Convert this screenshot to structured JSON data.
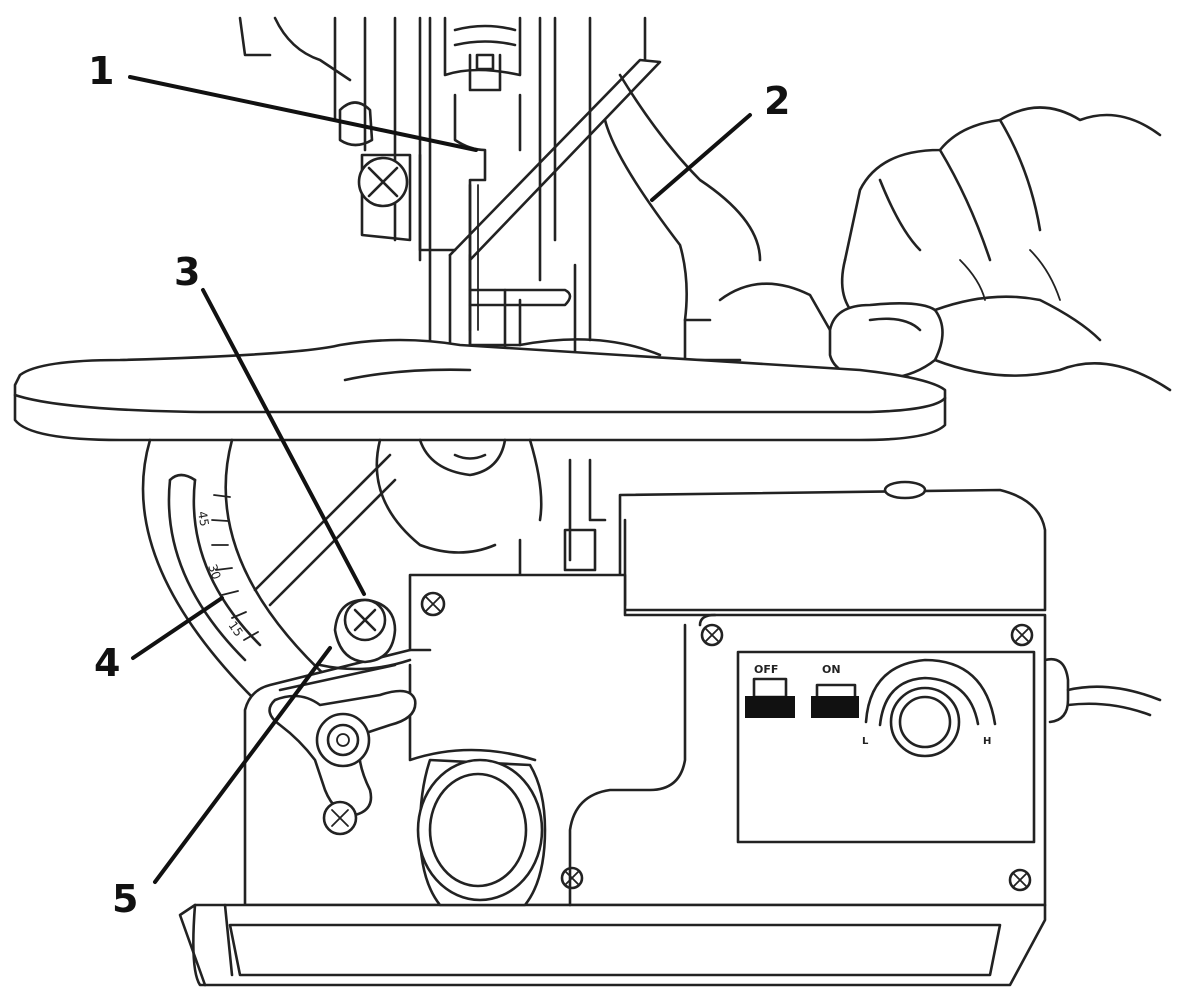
{
  "callouts": [
    {
      "label": "1"
    },
    {
      "label": "2"
    },
    {
      "label": "3"
    },
    {
      "label": "4"
    },
    {
      "label": "5"
    }
  ],
  "bevel_scale": {
    "ticks": [
      "45",
      "30",
      "15"
    ]
  },
  "control_panel": {
    "off_label": "OFF",
    "on_label": "ON",
    "speed_low": "L",
    "speed_high": "H"
  }
}
